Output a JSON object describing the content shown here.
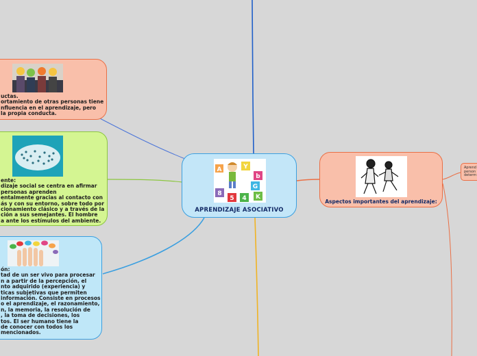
{
  "central": {
    "title": "APRENDIZAJE ASOCIATIVO",
    "blocks": [
      "A",
      "Y",
      "b",
      "G",
      "8",
      "5",
      "4",
      "K"
    ]
  },
  "nodes": {
    "conductas": {
      "text": "uctas.\nortamiento de otras personas tiene\nnfluencia en el aprendizaje, pero\nla propia conducta."
    },
    "ambiente": {
      "text": "ente:\ndizaje social se centra en afirmar\npersonas aprenden\nentalmente gracias al contacto con\nás y con su entorno, sobre todo por\ncionamiento clásico y a través de la\nción a sus semejantes. El hombre\na ante los estímulos del ambiente."
    },
    "cognicion": {
      "text": "ón:\ntad de un ser vivo para procesar\nn a partir de la percepción, el\nnto adquirido (experiencia) y\nticas subjetivas que permiten\ninformación. Consiste en procesos\no el aprendizaje, el razonamiento,\nn, la memoria, la resolución de\n, la toma de decisiones, los\ntos. El ser humano tiene la\nde conocer con todos los\nmencionados."
    },
    "aspectos": {
      "label": "Aspectos importantes del aprendizaje:"
    },
    "sub": {
      "text": "Aprend\nperson\ndeterm"
    }
  },
  "colors": {
    "background": "#d7d7d7",
    "central_fill": "#c3e6f8",
    "salmon_fill": "#f9bfaa",
    "green_fill": "#d4f592",
    "blue_fill": "#bfe7f8",
    "line_blue": "#1f5fc9",
    "line_green": "#8cc63f",
    "line_orange": "#ea6f45",
    "line_yellow": "#f0b323",
    "line_lightblue": "#3a9fe0"
  }
}
